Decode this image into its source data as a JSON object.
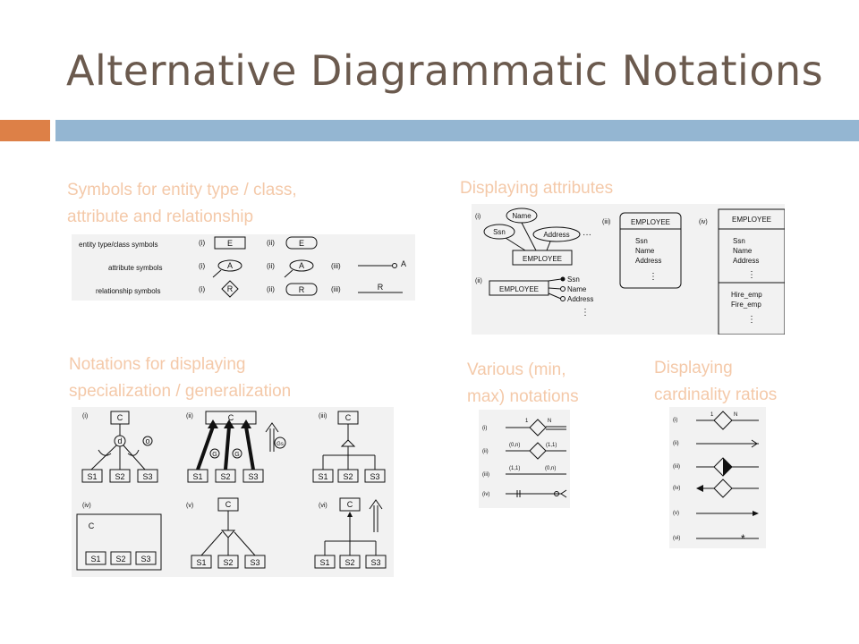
{
  "slide": {
    "title": "Alternative Diagrammatic Notations",
    "accent_orange": "#dd8047",
    "accent_blue": "#94b6d2",
    "title_color": "#6b5a4e",
    "caption_color": "#f4c9a9"
  },
  "captions": {
    "symbols": [
      "Symbols for entity type / class,",
      "attribute and relationship"
    ],
    "attributes": [
      "Displaying attributes"
    ],
    "specialization": [
      "Notations for displaying",
      "specialization / generalization"
    ],
    "minmax": [
      "Various (min,",
      "max) notations"
    ],
    "cardinality": [
      "Displaying",
      "cardinality ratios"
    ]
  },
  "fig_symbols": {
    "rows": [
      "entity type/class symbols",
      "attribute symbols",
      "relationship symbols"
    ],
    "markers": [
      "(i)",
      "(ii)",
      "(iii)"
    ],
    "entity": "E",
    "attribute": "A",
    "relationship": "R"
  },
  "fig_attributes": {
    "markers": [
      "(i)",
      "(ii)",
      "(iii)",
      "(iv)"
    ],
    "entity": "EMPLOYEE",
    "attrs": [
      "Ssn",
      "Name",
      "Address"
    ],
    "ops": [
      "Hire_emp",
      "Fire_emp"
    ],
    "dots": "···",
    "vdots": "⋮"
  },
  "fig_specialization": {
    "markers": [
      "(i)",
      "(ii)",
      "(iii)",
      "(iv)",
      "(v)",
      "(vi)"
    ],
    "superclass": "C",
    "subclasses": [
      "S1",
      "S2",
      "S3"
    ],
    "disjoint": "d",
    "overlap": "o",
    "g_label": "G",
    "gs_label": "Gs"
  },
  "fig_minmax": {
    "markers": [
      "(i)",
      "(ii)",
      "(iii)",
      "(iv)"
    ],
    "row1": [
      "1",
      "N"
    ],
    "row2": [
      "(0,n)",
      "(1,1)"
    ],
    "row3": [
      "(1,1)",
      "(0,n)"
    ]
  },
  "fig_cardinality": {
    "markers": [
      "(i)",
      "(ii)",
      "(iii)",
      "(iv)",
      "(v)",
      "(vi)"
    ],
    "row1": [
      "1",
      "N"
    ],
    "star": "*"
  }
}
